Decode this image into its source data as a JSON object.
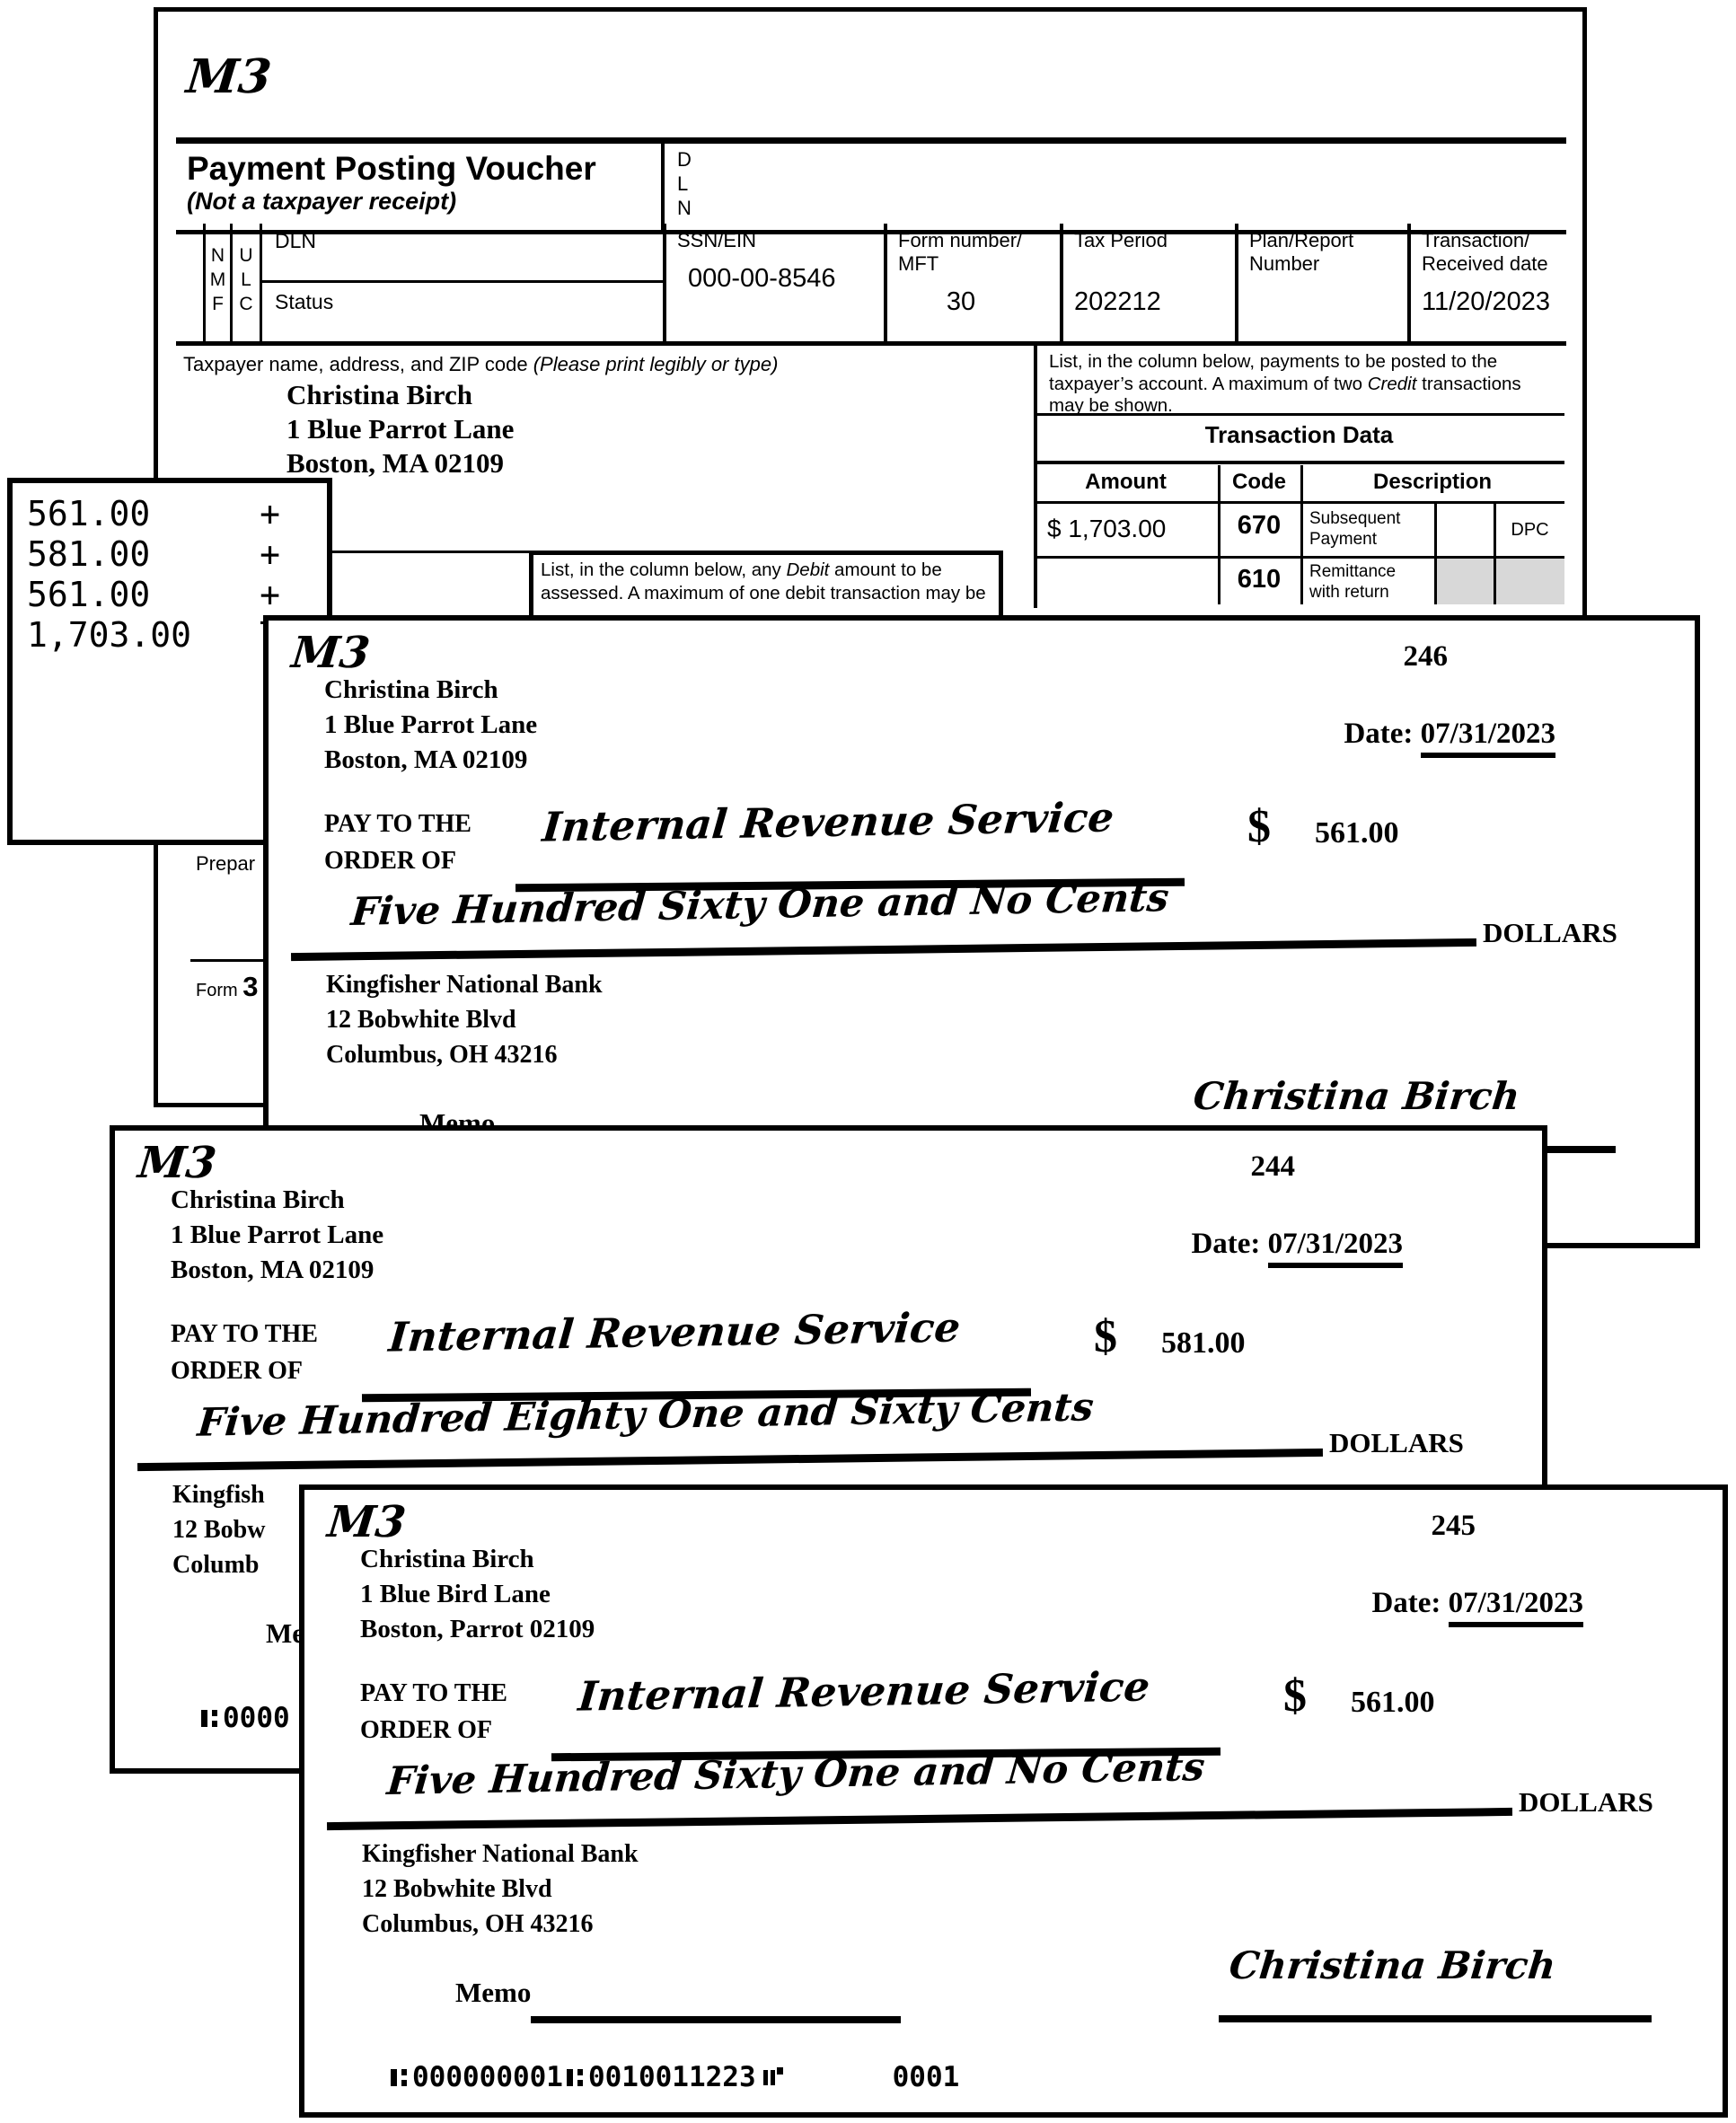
{
  "voucher": {
    "marker": "M3",
    "title": "Payment Posting Voucher",
    "subtitle": "(Not a taxpayer receipt)",
    "dln_box_letters": [
      "D",
      "L",
      "N"
    ],
    "nmf_letters": [
      "N",
      "M",
      "F"
    ],
    "ulc_letters": [
      "U",
      "L",
      "C"
    ],
    "dln_label": "DLN",
    "status_label": "Status",
    "ssn_label": "SSN/EIN",
    "ssn_value": "000-00-8546",
    "form_label": "Form number/ MFT",
    "form_value": "30",
    "tax_period_label": "Tax Period",
    "tax_period_value": "202212",
    "plan_label": "Plan/Report Number",
    "received_label": "Transaction/ Received date",
    "received_value": "11/20/2023",
    "taxpayer_label": "Taxpayer name, address, and ZIP code ",
    "taxpayer_label_italic": "(Please print legibly or type)",
    "taxpayer_name": "Christina Birch",
    "taxpayer_address1": "1 Blue Parrot Lane",
    "taxpayer_address2": "Boston, MA 02109",
    "credit_note_1": "List, in the column below, payments to be posted to the taxpayer’s account. A maximum of two ",
    "credit_note_italic": "Credit",
    "credit_note_2": " transactions may be shown.",
    "table_title": "Transaction Data",
    "col_amount": "Amount",
    "col_code": "Code",
    "col_description": "Description",
    "dpc_label": "DPC",
    "row1_amount": "$ 1,703.00",
    "row1_code": "670",
    "row1_desc": "Subsequent Payment",
    "row2_code": "610",
    "row2_desc": "Remittance with return",
    "debit_note_1": "List, in the column below, any ",
    "debit_note_italic": "Debit",
    "debit_note_2": " amount to be assessed. A maximum of one debit transaction may be",
    "preparer_partial": "Prepar",
    "form_footer_label": "Form",
    "form_footer_number": "3"
  },
  "tape": {
    "rows": [
      {
        "value": "561.00",
        "op": "+"
      },
      {
        "value": "581.00",
        "op": "+"
      },
      {
        "value": "561.00",
        "op": "+"
      },
      {
        "value": "1,703.00",
        "op": "T"
      }
    ]
  },
  "checks": [
    {
      "marker": "M3",
      "number": "246",
      "payer_name": "Christina Birch",
      "payer_address1": "1 Blue Parrot Lane",
      "payer_address2": "Boston, MA 02109",
      "date_label": "Date:",
      "date_value": "07/31/2023",
      "pay_to_line1": "PAY TO THE",
      "pay_to_line2": "ORDER OF",
      "payee": "Internal Revenue Service",
      "dollar_sign": "$",
      "amount": "561.00",
      "amount_words": "Five Hundred Sixty One and No Cents",
      "dollars_label": "DOLLARS",
      "bank_line1": "Kingfisher National Bank",
      "bank_line2": "12 Bobwhite Blvd",
      "bank_line3": "Columbus, OH 43216",
      "memo_label": "Memo",
      "signature": "Christina Birch"
    },
    {
      "marker": "M3",
      "number": "244",
      "payer_name": "Christina Birch",
      "payer_address1": "1 Blue Parrot Lane",
      "payer_address2": "Boston, MA 02109",
      "date_label": "Date:",
      "date_value": "07/31/2023",
      "pay_to_line1": "PAY TO THE",
      "pay_to_line2": "ORDER OF",
      "payee": "Internal Revenue Service",
      "dollar_sign": "$",
      "amount": "581.00",
      "amount_words": "Five Hundred Eighty One and Sixty Cents",
      "dollars_label": "DOLLARS",
      "bank_line1_partial": "Kingfish",
      "bank_line2_partial": "12 Bobw",
      "bank_line3_partial": "Columb",
      "memo_label_partial": "Mer",
      "micr_partial": "0000"
    },
    {
      "marker": "M3",
      "number": "245",
      "payer_name": "Christina Birch",
      "payer_address1": "1 Blue Bird Lane",
      "payer_address2": "Boston, Parrot 02109",
      "date_label": "Date:",
      "date_value": "07/31/2023",
      "pay_to_line1": "PAY TO THE",
      "pay_to_line2": "ORDER OF",
      "payee": "Internal Revenue Service",
      "dollar_sign": "$",
      "amount": "561.00",
      "amount_words": "Five Hundred Sixty One and No Cents",
      "dollars_label": "DOLLARS",
      "bank_line1": "Kingfisher National Bank",
      "bank_line2": "12 Bobwhite Blvd",
      "bank_line3": "Columbus, OH 43216",
      "memo_label": "Memo",
      "signature": "Christina Birch",
      "micr_routing": "000000001",
      "micr_account": "0010011223",
      "micr_check_number": "0001"
    }
  ]
}
